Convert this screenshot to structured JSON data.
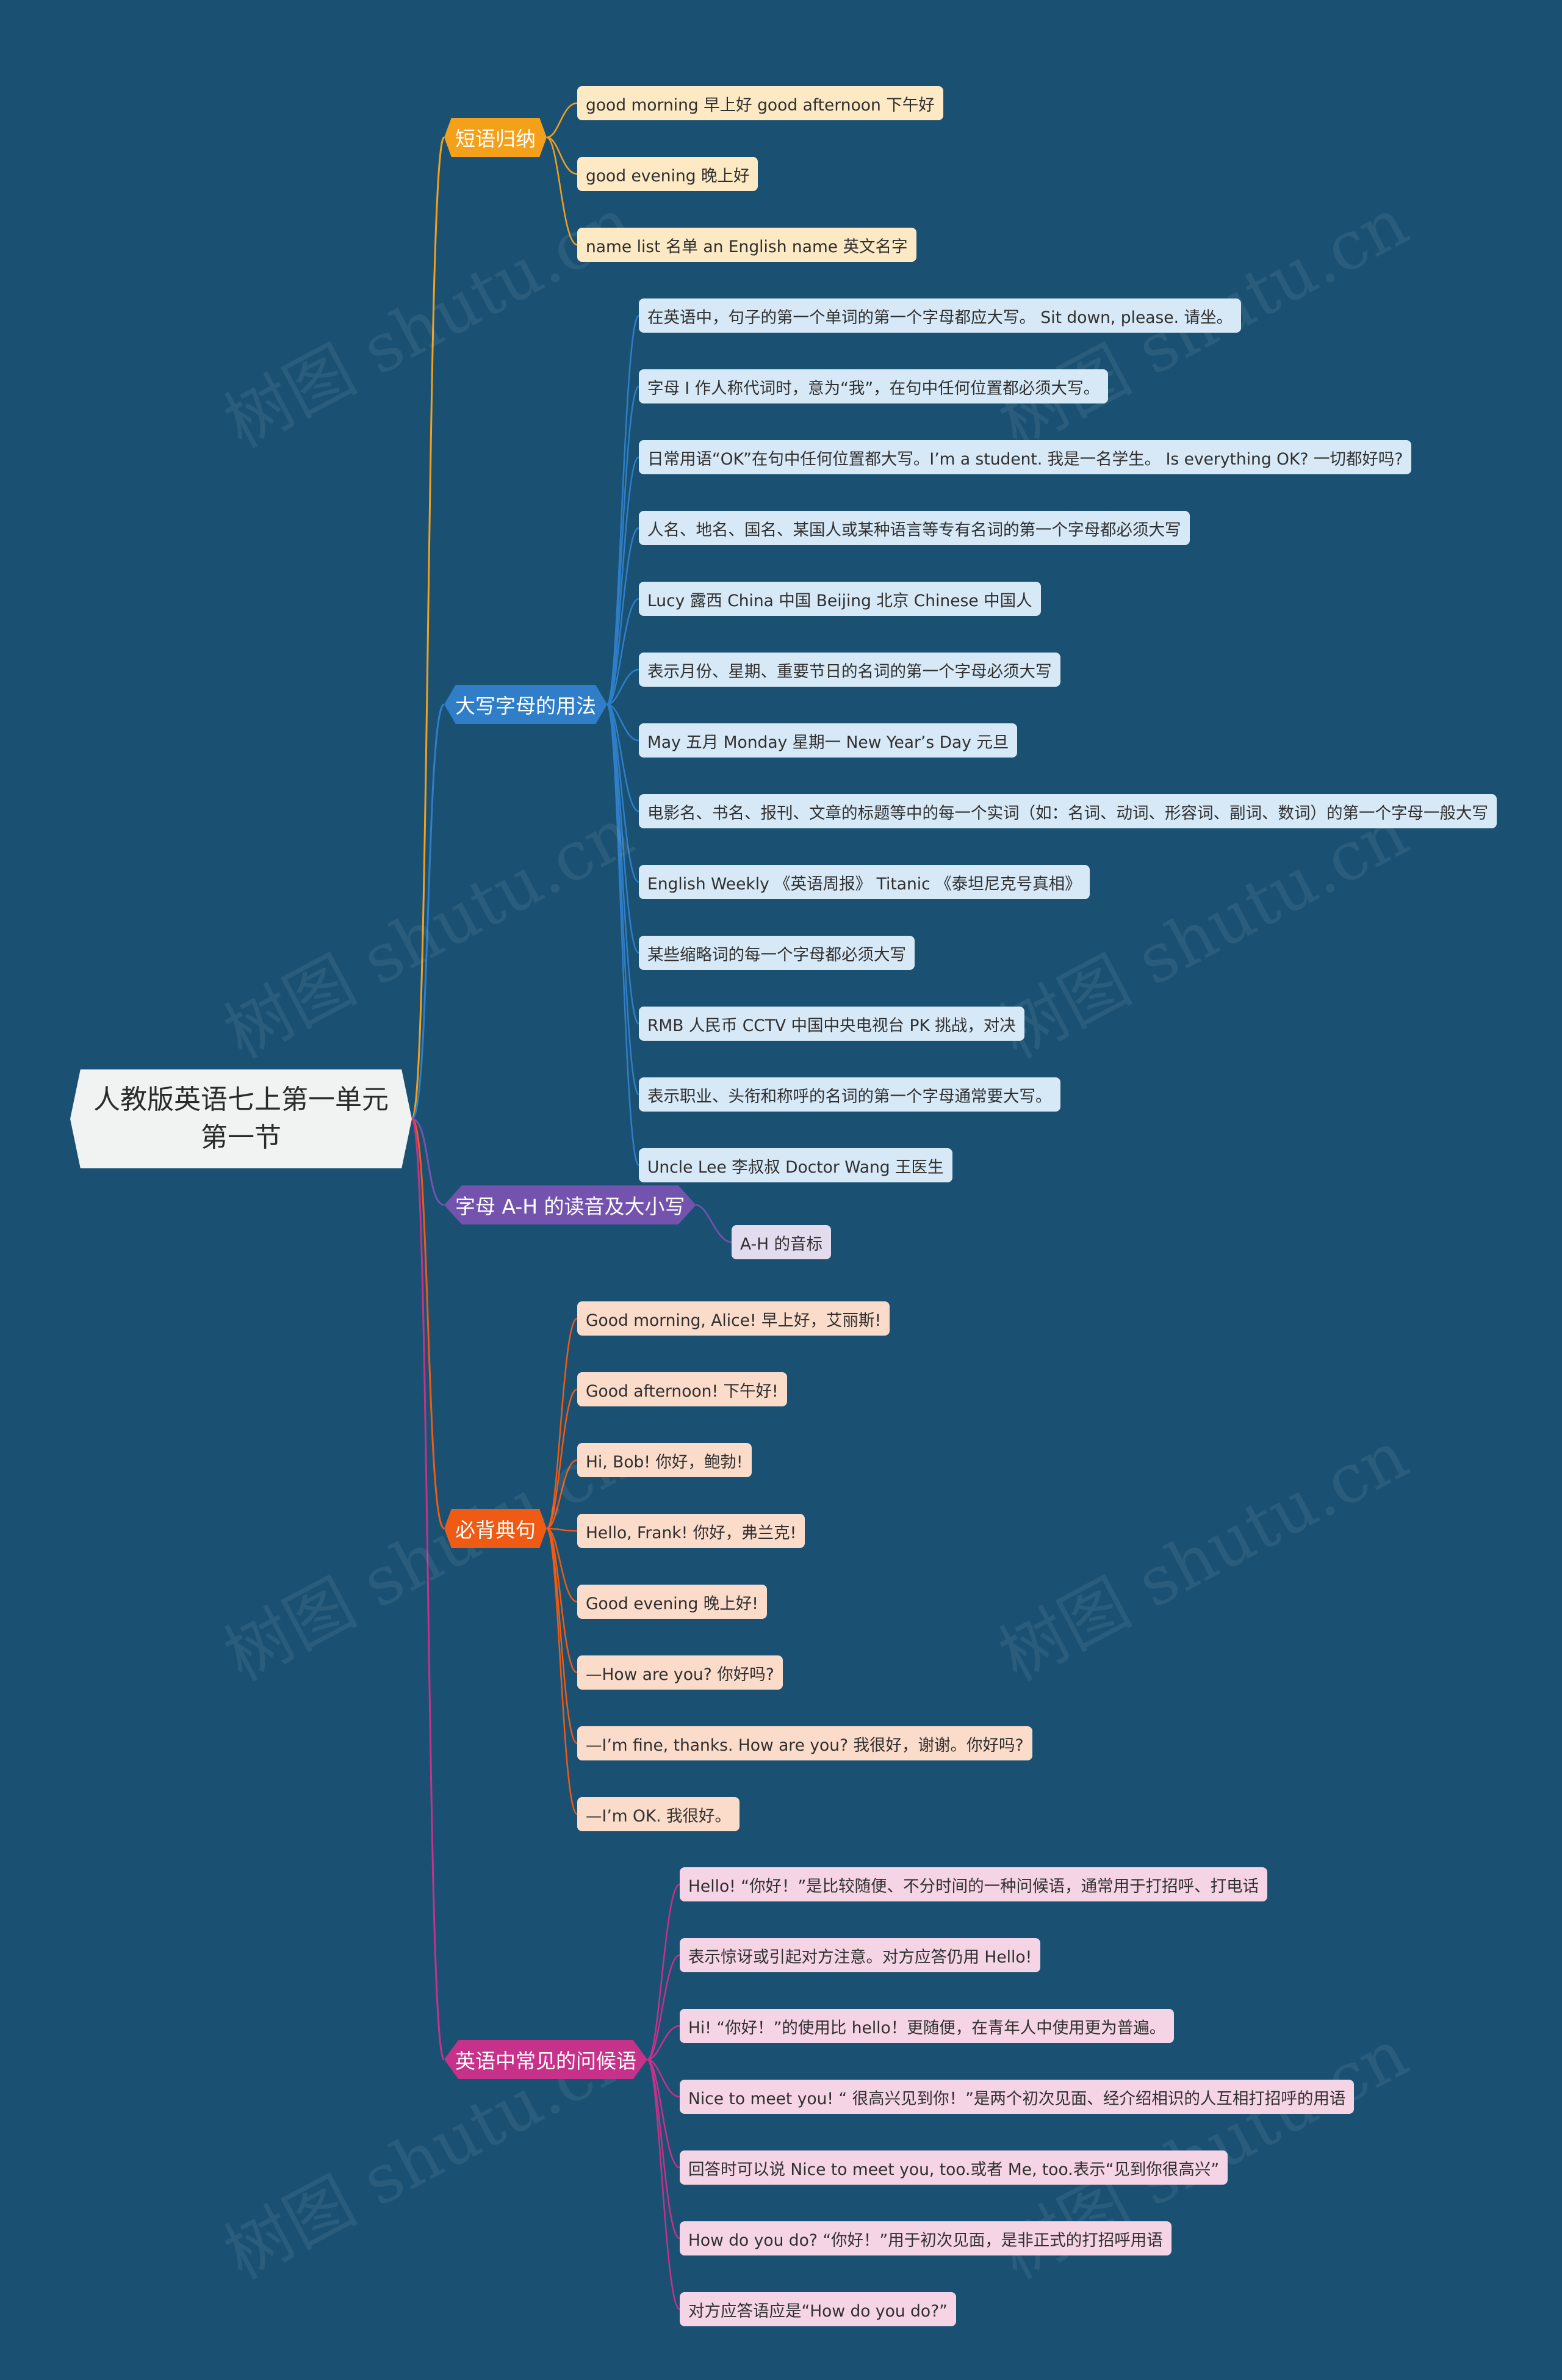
{
  "root": {
    "title_line1": "人教版英语七上第一单元",
    "title_line2": "第一节"
  },
  "watermark": "树图 shutu.cn",
  "colors": {
    "background": "#1a5173",
    "orange": "#f5a01b",
    "blue": "#2f7ec7",
    "purple": "#7353ae",
    "red": "#ef5a15",
    "pink": "#c6318a"
  },
  "branches": [
    {
      "label": "短语归纳",
      "color": "orange",
      "items": [
        "good morning   早上好 good afternoon   下午好",
        " good evening   晚上好",
        "name list 名单   an English name   英文名字"
      ]
    },
    {
      "label": "大写字母的用法",
      "color": "blue",
      "items": [
        "在英语中，句子的第一个单词的第一个字母都应大写。  Sit down, please. 请坐。",
        "字母 I 作人称代词时，意为“我”，在句中任何位置都必须大写。",
        "日常用语“OK”在句中任何位置都大写。I’m a student. 我是一名学生。 Is everything OK? 一切都好吗?",
        "人名、地名、国名、某国人或某种语言等专有名词的第一个字母都必须大写",
        "Lucy 露西 China 中国 Beijing 北京 Chinese 中国人",
        "表示月份、星期、重要节日的名词的第一个字母必须大写",
        "May 五月 Monday 星期一 New Year’s Day 元旦",
        "电影名、书名、报刊、文章的标题等中的每一个实词（如：名词、动词、形容词、副词、数词）的第一个字母一般大写",
        "English Weekly   《英语周报》 Titanic   《泰坦尼克号真相》",
        "某些缩略词的每一个字母都必须大写",
        "RMB   人民币   CCTV   中国中央电视台   PK   挑战，对决",
        "表示职业、头衔和称呼的名词的第一个字母通常要大写。",
        "Uncle   Lee 李叔叔  Doctor Wang   王医生"
      ]
    },
    {
      "label": "字母 A-H 的读音及大小写",
      "color": "purple",
      "items": [
        "A-H 的音标"
      ]
    },
    {
      "label": "必背典句",
      "color": "red",
      "items": [
        "Good morning, Alice!   早上好，艾丽斯!",
        "Good afternoon! 下午好!",
        "Hi, Bob! 你好，鲍勃!",
        "Hello, Frank! 你好，弗兰克!",
        "Good evening 晚上好!",
        "—How are you? 你好吗?",
        "—I’m fine, thanks. How are you? 我很好，谢谢。你好吗?",
        "—I’m OK. 我很好。"
      ]
    },
    {
      "label": "英语中常见的问候语",
      "color": "pink",
      "items": [
        "Hello! “你好！”是比较随便、不分时间的一种问候语，通常用于打招呼、打电话",
        "表示惊讶或引起对方注意。对方应答仍用 Hello!",
        "Hi! “你好！”的使用比 hello！更随便，在青年人中使用更为普遍。",
        "Nice to meet you! “ 很高兴见到你！”是两个初次见面、经介绍相识的人互相打招呼的用语",
        "回答时可以说 Nice to meet you, too.或者 Me, too.表示“见到你很高兴”",
        "How do you do? “你好！”用于初次见面，是非正式的打招呼用语",
        "对方应答语应是“How  do you do?”"
      ]
    }
  ]
}
